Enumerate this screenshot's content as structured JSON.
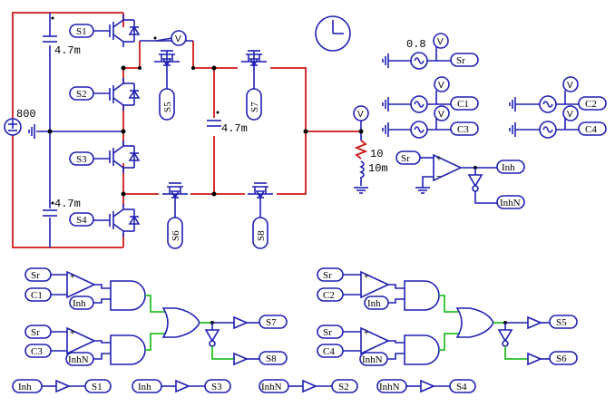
{
  "sources": {
    "dc_voltage": "800",
    "sine_amplitude": "0.8"
  },
  "capacitors": {
    "upper": "4.7m",
    "lower": "4.7m",
    "flying": "4.7m"
  },
  "load": {
    "resistance": "10",
    "inductance": "10m"
  },
  "voltmeter_label": "V",
  "switch_labels": {
    "S1": "S1",
    "S2": "S2",
    "S3": "S3",
    "S4": "S4",
    "S5": "S5",
    "S6": "S6",
    "S7": "S7",
    "S8": "S8"
  },
  "signals": {
    "sr": "Sr",
    "c1": "C1",
    "c2": "C2",
    "c3": "C3",
    "c4": "C4",
    "inh": "Inh",
    "inhn": "InhN"
  },
  "colors": {
    "wire_power": "#d01818",
    "wire_control": "#1f1fb4",
    "wire_logic": "#28c028"
  },
  "icons": {
    "clock": "clock-icon",
    "voltmeter": "voltmeter-icon",
    "igbt": "igbt-icon",
    "ground": "ground-icon",
    "sine_source": "sine-source-icon",
    "dc_source": "dc-source-icon"
  }
}
